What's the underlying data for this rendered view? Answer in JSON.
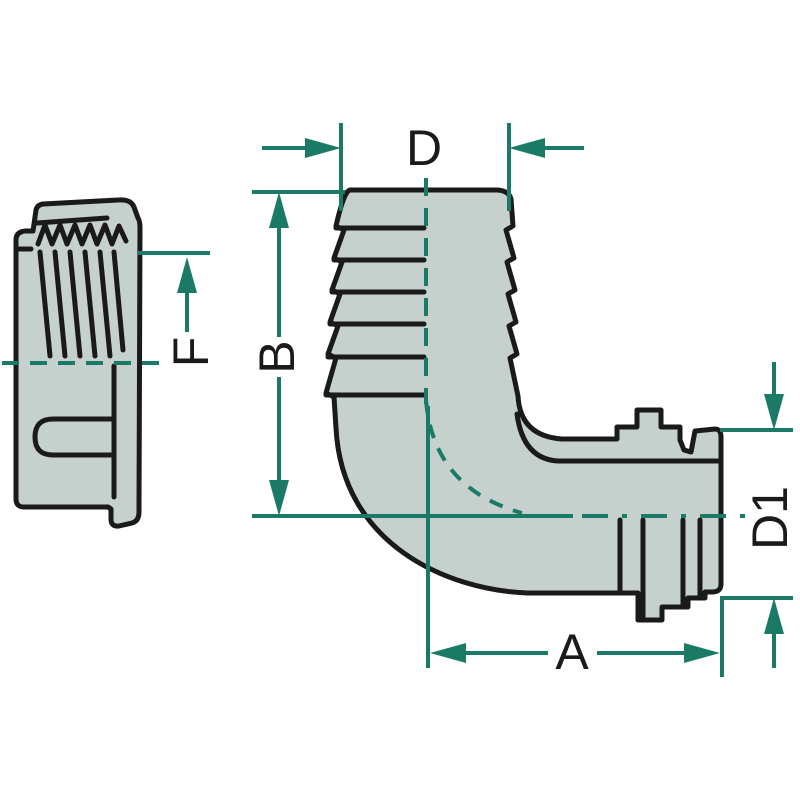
{
  "diagram": {
    "description": "Technical drawing of a 90-degree barbed hose elbow fitting with threaded nut, shown with dimension callouts",
    "labels": {
      "d": "D",
      "b": "B",
      "f": "F",
      "a": "A",
      "d1": "D1"
    },
    "colors": {
      "dimension_teal": "#1b7a66",
      "outline_black": "#1a1a1a",
      "body_fill": "#c6d0cd",
      "background": "#ffffff"
    }
  }
}
